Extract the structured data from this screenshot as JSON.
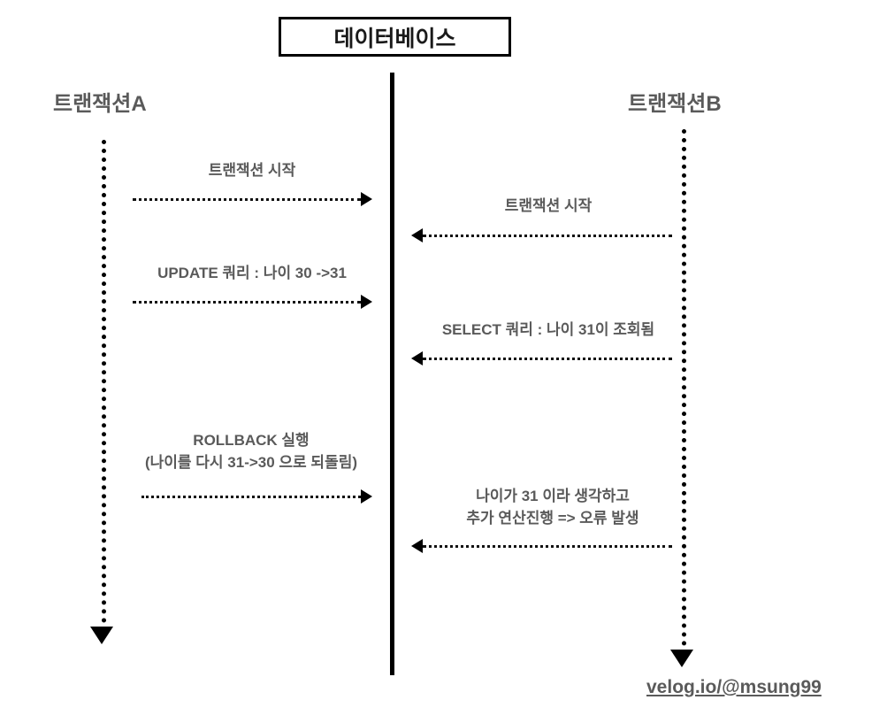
{
  "diagram": {
    "type": "sequence-diagram",
    "title_box": {
      "label": "데이터베이스"
    },
    "actors": [
      {
        "id": "transaction-a",
        "label": "트랜잭션A",
        "side": "left"
      },
      {
        "id": "transaction-b",
        "label": "트랜잭션B",
        "side": "right"
      },
      {
        "id": "database",
        "label": "데이터베이스",
        "side": "center"
      }
    ],
    "messages": [
      {
        "id": "m1",
        "from": "transaction-a",
        "to": "database",
        "direction": "right",
        "lines": [
          "트랜잭션 시작"
        ]
      },
      {
        "id": "m4",
        "from": "transaction-b",
        "to": "database",
        "direction": "left",
        "lines": [
          "트랜잭션 시작"
        ]
      },
      {
        "id": "m2",
        "from": "transaction-a",
        "to": "database",
        "direction": "right",
        "lines": [
          "UPDATE 쿼리 : 나이 30 ->31"
        ]
      },
      {
        "id": "m5",
        "from": "transaction-b",
        "to": "database",
        "direction": "left",
        "lines": [
          "SELECT 쿼리 : 나이 31이 조회됨"
        ]
      },
      {
        "id": "m3",
        "from": "transaction-a",
        "to": "database",
        "direction": "right",
        "lines": [
          "ROLLBACK 실행",
          "(나이를 다시 31->30 으로 되돌림)"
        ]
      },
      {
        "id": "m6",
        "from": "transaction-b",
        "to": "database",
        "direction": "left",
        "lines": [
          "나이가 31 이라 생각하고",
          "추가 연산진행 => 오류 발생"
        ]
      }
    ],
    "watermark": "velog.io/@msung99",
    "colors": {
      "text_gray": "#5a5a5a",
      "title_text": "#1a1a1a",
      "line_black": "#000000",
      "background": "#ffffff"
    }
  }
}
